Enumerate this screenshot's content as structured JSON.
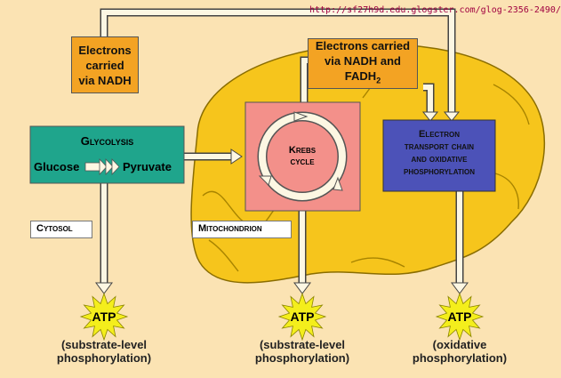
{
  "url": "http://sf27h9d.edu.glogster.com/glog-2356-2490/",
  "electrons_nadh": [
    "Electrons",
    "carried",
    "via NADH"
  ],
  "electrons_nadh_fadh": {
    "line1": "Electrons carried",
    "line2": "via NADH and",
    "line3_main": "FADH",
    "line3_sub": "2"
  },
  "glycolysis": {
    "title": "Glycolysis",
    "glucose": "Glucose",
    "pyruvate": "Pyruvate"
  },
  "krebs": {
    "line1": "Krebs",
    "line2": "cycle"
  },
  "etc": [
    "Electron",
    "transport chain",
    "and oxidative",
    "phosphorylation"
  ],
  "cytosol": "Cytosol",
  "mitochondrion": "Mitochondrion",
  "atp_label": "ATP",
  "captions": {
    "left": [
      "(substrate-level",
      "phosphorylation)"
    ],
    "middle": [
      "(substrate-level",
      "phosphorylation)"
    ],
    "right": [
      "(oxidative",
      "phosphorylation)"
    ]
  },
  "colors": {
    "background": "#fbe3b3",
    "mitochondrion": "#f6c51c",
    "orange_box": "#f3a323",
    "glycolysis_box": "#1fa58c",
    "krebs_box": "#f3908a",
    "etc_box": "#4c52b8",
    "arrow_fill": "#fdf7e3",
    "atp_star": "#f4ee1c"
  }
}
